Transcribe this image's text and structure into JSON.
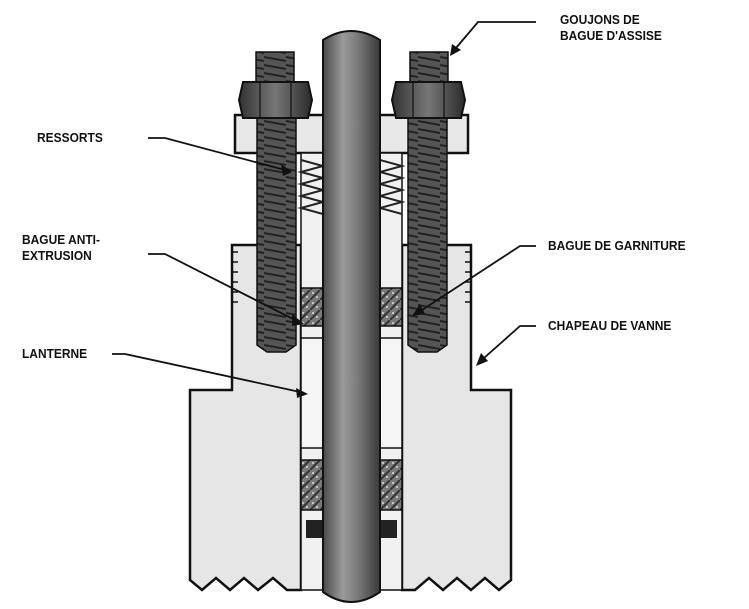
{
  "labels": {
    "goujons": {
      "line1": "GOUJONS DE",
      "line2": "BAGUE D'ASSISE"
    },
    "ressorts": "RESSORTS",
    "bague_anti": {
      "line1": "BAGUE ANTI-",
      "line2": "EXTRUSION"
    },
    "bague_garniture": "BAGUE DE GARNITURE",
    "chapeau": "CHAPEAU DE VANNE",
    "lanterne": "LANTERNE"
  }
}
